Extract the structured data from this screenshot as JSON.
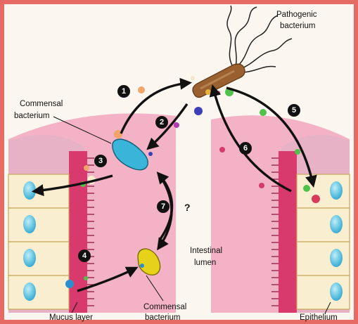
{
  "labels": {
    "pathogenic_line1": "Pathogenic",
    "pathogenic_line2": "bacterium",
    "commensal_top_line1": "Commensal",
    "commensal_top_line2": "bacterium",
    "intestinal_line1": "Intestinal",
    "intestinal_line2": "lumen",
    "commensal_bottom_line1": "Commensal",
    "commensal_bottom_line2": "bacterium",
    "mucus_layer": "Mucus layer",
    "epithelium": "Epithelium",
    "question_mark": "?"
  },
  "steps": [
    "1",
    "2",
    "3",
    "4",
    "5",
    "6",
    "7"
  ],
  "colors": {
    "frame": "#e56b64",
    "mucus": "#f2a6c0",
    "villus": "#d83a6e",
    "cell_fill": "#f9eed0",
    "nucleus": "#49b7d8",
    "pathogen": "#9a6030",
    "commensal_top": "#3ab4d9",
    "commensal_bottom": "#e6d21a",
    "arrow": "#111111"
  },
  "icons": {
    "pathogen": "rod-bacterium-with-flagella",
    "commensal_top": "cyan-bean-bacterium",
    "commensal_bottom": "yellow-bean-bacterium"
  }
}
